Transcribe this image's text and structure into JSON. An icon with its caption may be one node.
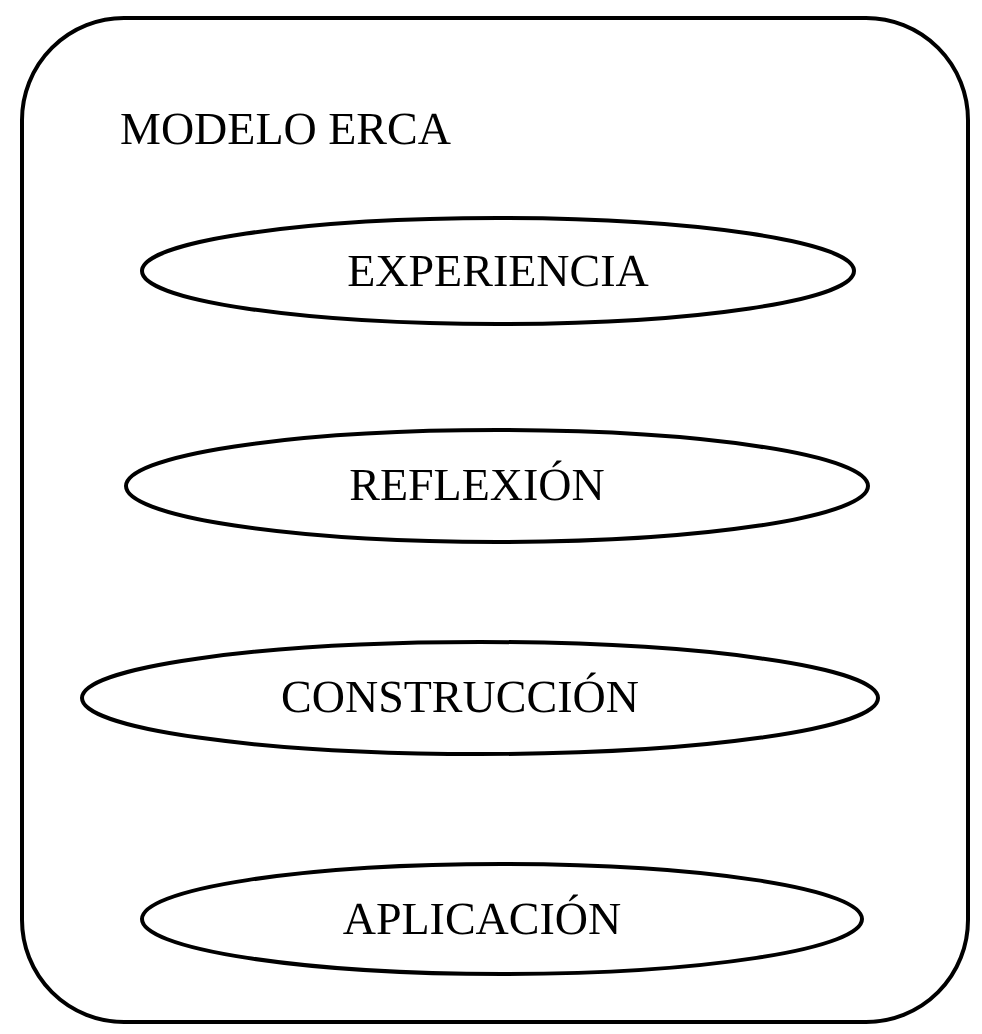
{
  "diagram": {
    "nodes": [
      {
        "text": [
          "MODELO ERCA"
        ]
      },
      {
        "text": [
          "EXPERIENCIA"
        ],
        "in": 0
      },
      {
        "text": [
          "REFLEXIÓN"
        ],
        "in": 0
      },
      {
        "text": [
          "CONSTRUCCIÓN"
        ],
        "in": 0
      },
      {
        "text": [
          "APLICACIÓN"
        ],
        "in": 0
      }
    ]
  }
}
